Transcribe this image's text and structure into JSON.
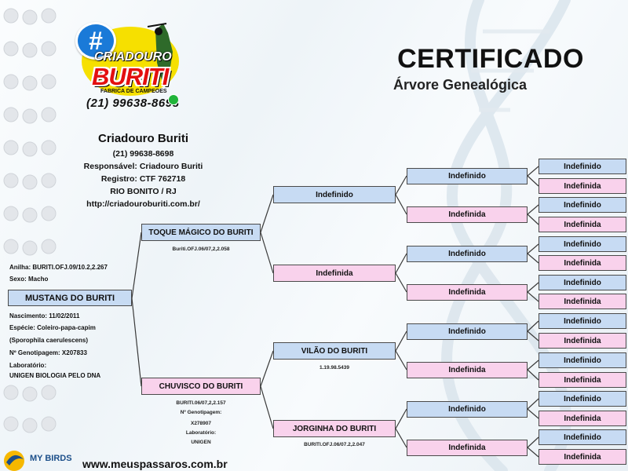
{
  "header": {
    "title": "CERTIFICADO",
    "subtitle": "Árvore Genealógica"
  },
  "logo": {
    "hash": "#",
    "name_line1": "CRIADOURO",
    "name_line2": "BURITI",
    "tagline": "FABRICA DE CAMPEOES",
    "phone": "(21) 99638-8698"
  },
  "breeder": {
    "name": "Criadouro Buriti",
    "phone": "(21) 99638-8698",
    "responsavel": "Responsável: Criadouro Buriti",
    "registro": "Registro: CTF 762718",
    "cidade": "RIO BONITO / RJ",
    "site": "http://criadouroburiti.com.br/"
  },
  "bird": {
    "anilha": "Anilha: BURITI.OFJ.09/10.2,2.267",
    "sexo": "Sexo: Macho",
    "name": "MUSTANG DO BURITI",
    "nascimento": "Nascimento: 11/02/2011",
    "especie": "Espécie: Coleiro-papa-capim",
    "cientifico": "(Sporophila caerulescens)",
    "genotipagem": "Nº Genotipagem: X207833",
    "laboratorio_label": "Laboratório:",
    "laboratorio": "UNIGEN BIOLOGIA PELO DNA"
  },
  "parents": {
    "father": {
      "name": "TOQUE MÁGICO DO BURITI",
      "ring": "Buriti.OFJ.06/07,2,2.058"
    },
    "mother": {
      "name": "CHUVISCO DO BURITI",
      "ring": "BURITI.06/07,2,2.157",
      "genotipagem_label": "Nº Genotipagem:",
      "genotipagem": "X278907",
      "laboratorio_label": "Laboratório:",
      "laboratorio": "UNIGEN"
    }
  },
  "grandparents": {
    "ff": {
      "name": "Indefinido"
    },
    "fm": {
      "name": "Indefinida"
    },
    "mf": {
      "name": "VILÃO DO BURITI",
      "ring": "1.19.98.5439"
    },
    "mm": {
      "name": "JORGINHA DO BURITI",
      "ring": "BURITI.OFJ.06/07.2,2.047"
    }
  },
  "great_grandparents": [
    "Indefinido",
    "Indefinida",
    "Indefinido",
    "Indefinida",
    "Indefinido",
    "Indefinida",
    "Indefinido",
    "Indefinida"
  ],
  "gen4": [
    "Indefinido",
    "Indefinida",
    "Indefinido",
    "Indefinida",
    "Indefinido",
    "Indefinida",
    "Indefinido",
    "Indefinida",
    "Indefinido",
    "Indefinida",
    "Indefinido",
    "Indefinida",
    "Indefinido",
    "Indefinida",
    "Indefinido",
    "Indefinida"
  ],
  "footer": {
    "brand": "MY BIRDS",
    "site": "www.meuspassaros.com.br"
  },
  "colors": {
    "male_box": "#c7dbf3",
    "female_box": "#f9d2ec",
    "logo_red": "#e30f0f",
    "logo_yellow": "#f6e000"
  }
}
